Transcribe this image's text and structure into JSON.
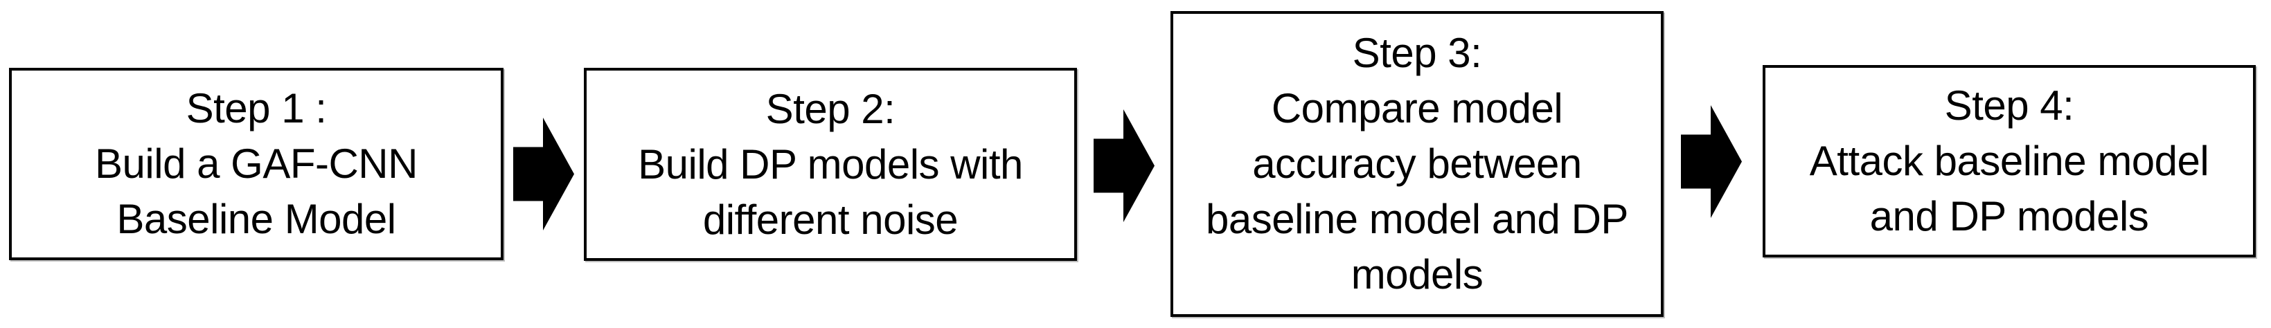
{
  "diagram": {
    "title": "GAF-CNN differential privacy experiment workflow",
    "colors": {
      "background": "#ffffff",
      "box_fill": "#ffffff",
      "box_border": "#000000",
      "text": "#000000",
      "arrow": "#000000"
    },
    "arrow_icon": "right-arrow-icon",
    "steps": [
      {
        "id": "step-1",
        "lines": [
          "Step 1 :",
          "Build a GAF-CNN",
          "Baseline Model"
        ]
      },
      {
        "id": "step-2",
        "lines": [
          "Step 2:",
          "Build DP models with",
          "different noise"
        ]
      },
      {
        "id": "step-3",
        "lines": [
          "Step 3:",
          "Compare model",
          "accuracy between",
          "baseline model and DP",
          "models"
        ]
      },
      {
        "id": "step-4",
        "lines": [
          "Step 4:",
          "Attack baseline model",
          "and DP models"
        ]
      }
    ]
  }
}
